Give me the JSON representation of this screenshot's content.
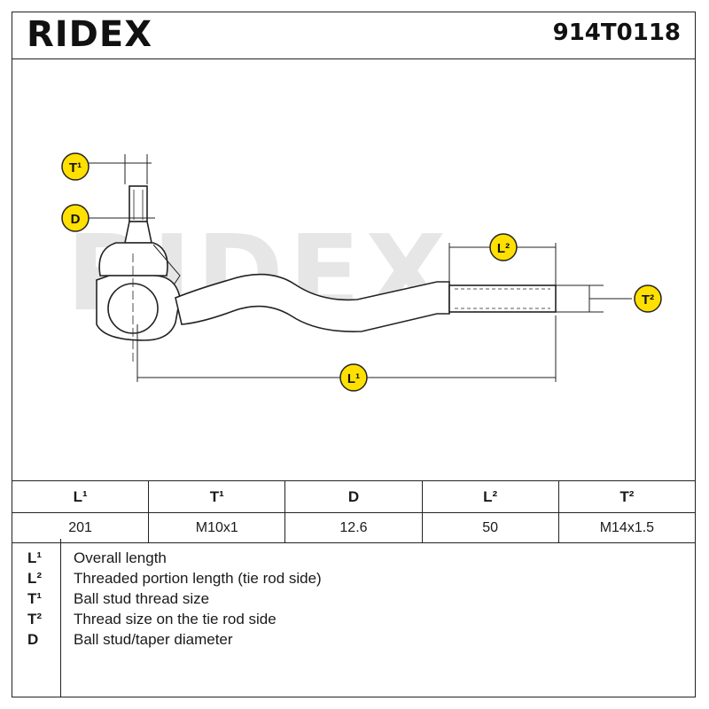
{
  "header": {
    "brand_logo": "RIDEX",
    "part_number": "914T0118"
  },
  "diagram": {
    "labels": {
      "t1": "T¹",
      "d": "D",
      "l2": "L²",
      "t2": "T²",
      "l1": "L¹"
    },
    "watermark": "RIDEX",
    "label_badge_color": "#FFE000"
  },
  "dimensions_table": {
    "headers": [
      "L¹",
      "T¹",
      "D",
      "L²",
      "T²"
    ],
    "values": [
      "201",
      "M10x1",
      "12.6",
      "50",
      "M14x1.5"
    ]
  },
  "legend": [
    {
      "key": "L¹",
      "description": "Overall length"
    },
    {
      "key": "L²",
      "description": "Threaded portion length (tie rod side)"
    },
    {
      "key": "T¹",
      "description": "Ball stud thread size"
    },
    {
      "key": "T²",
      "description": "Thread size on the tie rod side"
    },
    {
      "key": "D",
      "description": "Ball stud/taper diameter"
    }
  ],
  "colors": {
    "accent": "#FFE000",
    "line": "#222222",
    "watermark": "#E6E6E6"
  }
}
